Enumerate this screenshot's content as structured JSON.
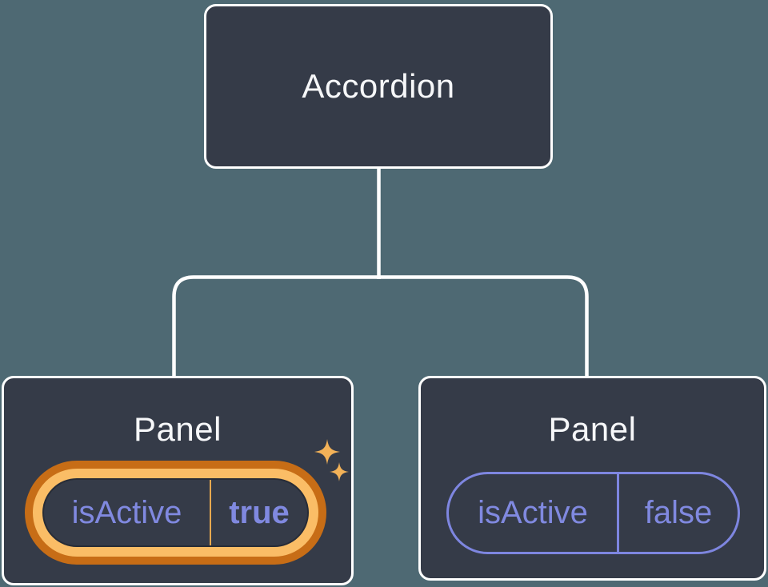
{
  "diagram": {
    "root": {
      "label": "Accordion"
    },
    "children": [
      {
        "label": "Panel",
        "highlighted": true,
        "prop": {
          "key": "isActive",
          "value": "true"
        }
      },
      {
        "label": "Panel",
        "highlighted": false,
        "prop": {
          "key": "isActive",
          "value": "false"
        }
      }
    ]
  },
  "icons": {
    "sparkles": "sparkles-icon"
  },
  "colors": {
    "background": "#4E6973",
    "card": "#353B48",
    "card_border": "#FFFFFF",
    "title_text": "#F6F7F9",
    "connector": "#FFFFFF",
    "prop_text": "#8089E0",
    "prop_border": "#7E86E0",
    "highlight_ring_outer": "#C76D16",
    "highlight_ring_inner": "#FABD66",
    "divider_gold": "#E8A94F",
    "pill_inner_border": "#272C37",
    "sparkle": "#F3B258"
  }
}
